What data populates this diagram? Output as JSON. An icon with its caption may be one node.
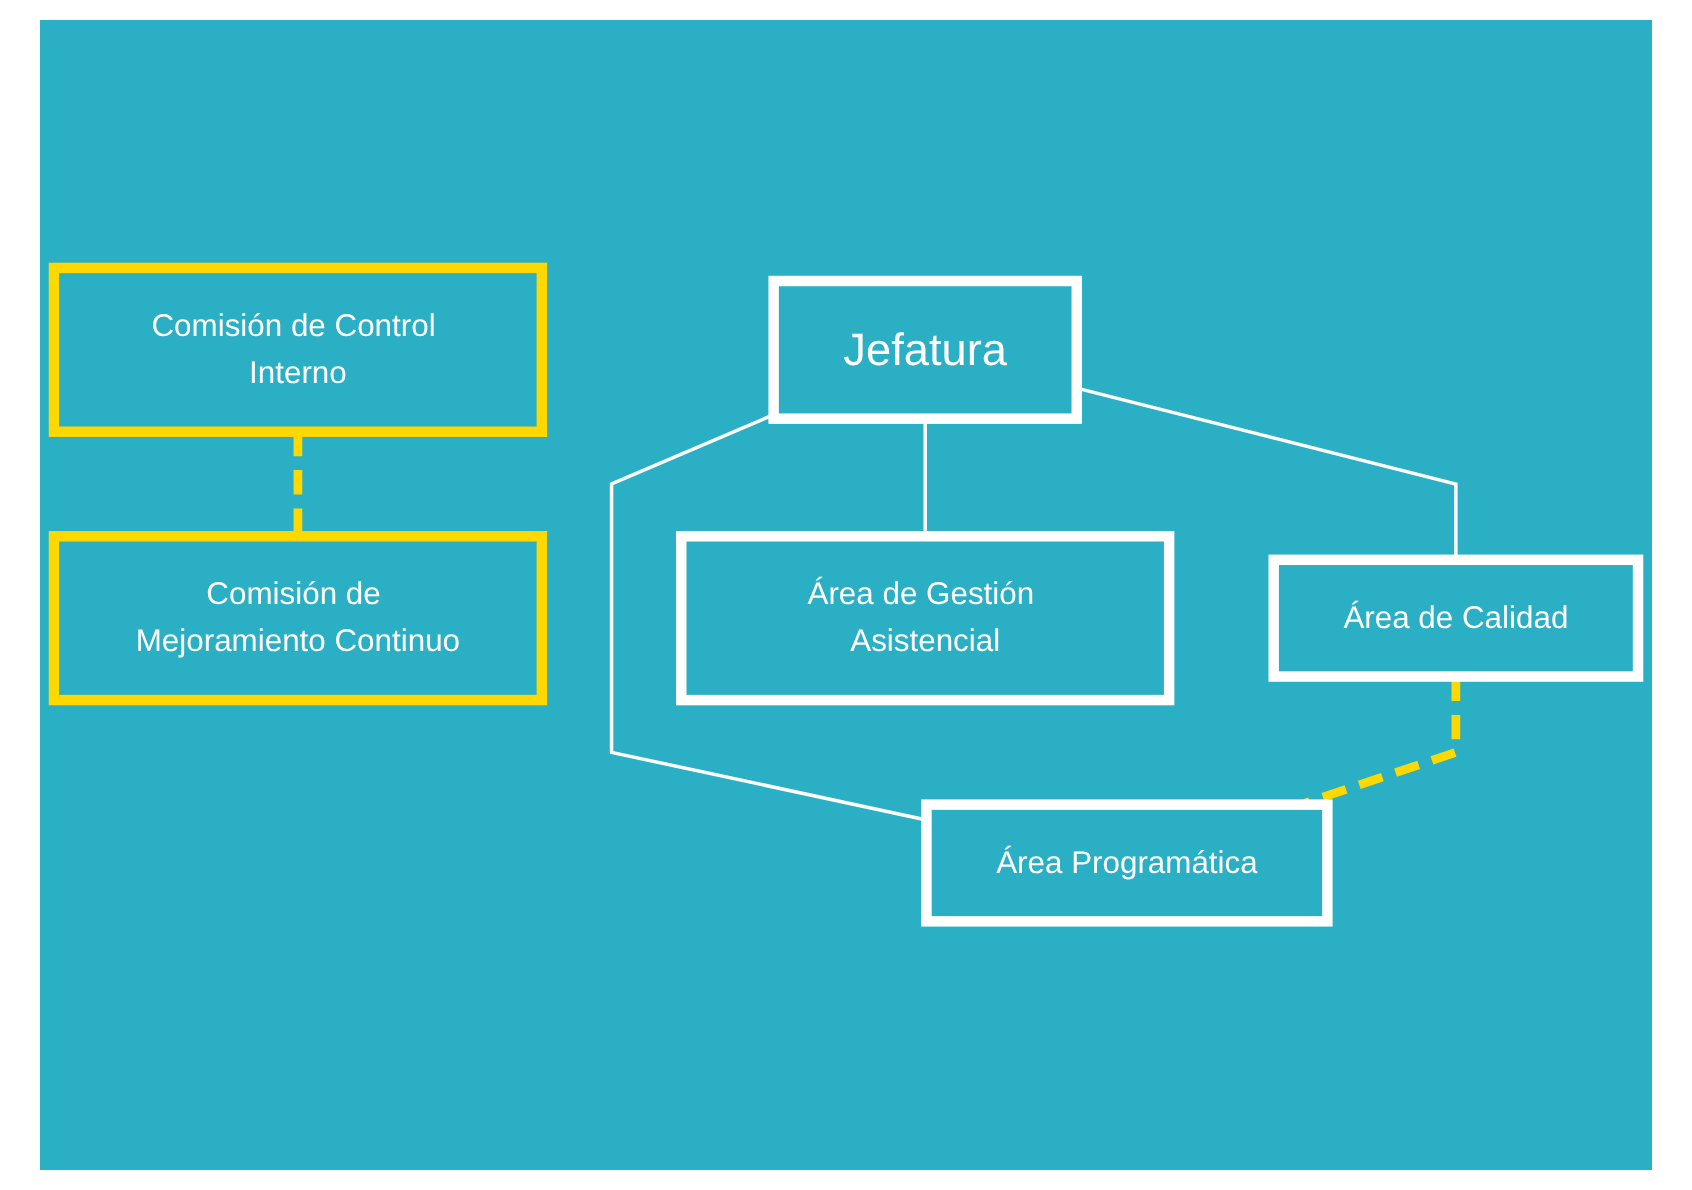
{
  "diagram": {
    "nodes": [
      {
        "text": [
          "Jefatura"
        ]
      },
      {
        "text": [
          "Comisión de Control Interno"
        ]
      },
      {
        "text": [
          "Comisión de Mejoramiento Continuo"
        ]
      },
      {
        "text": [
          "Área de Calidad"
        ]
      },
      {
        "text": [
          "Área Programática"
        ]
      },
      {
        "text": [
          "Área de Gestión Asistencial"
        ]
      }
    ],
    "edges": [
      {
        "from": 0,
        "to": 3,
        "arrow": "none"
      },
      {
        "from": 0,
        "to": 4,
        "arrow": "none"
      },
      {
        "from": 0,
        "to": 5,
        "arrow": "none"
      },
      {
        "from": 1,
        "to": 2,
        "arrow": "none",
        "style": "dashed",
        "color": "#ffd800"
      },
      {
        "from": 3,
        "to": 4,
        "arrow": "none",
        "style": "dashed",
        "color": "#ffd800"
      }
    ]
  }
}
